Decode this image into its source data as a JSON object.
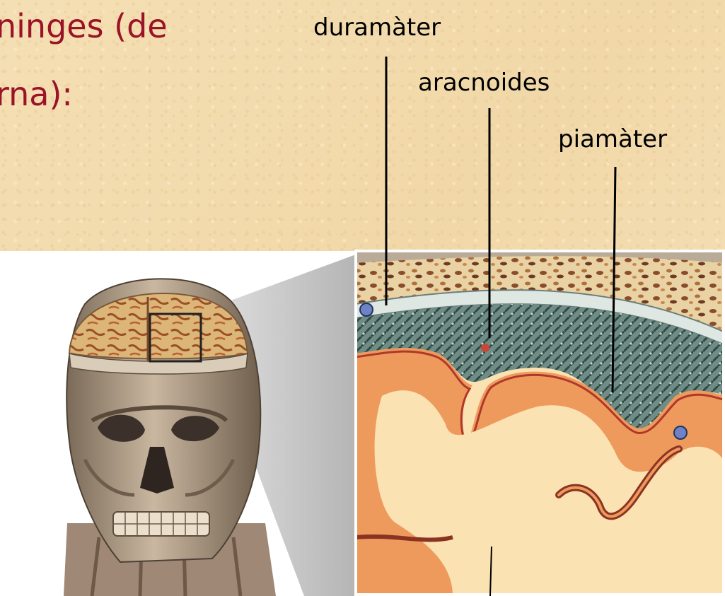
{
  "heading": {
    "line1": "ninges (de",
    "line2": "rna):"
  },
  "labels": {
    "duramater": "duramàter",
    "aracnoides": "aracnoides",
    "piamater": "piamàter"
  },
  "colors": {
    "background": "#f3ddb0",
    "heading_text": "#9a1326",
    "brain_cortex": "#ee9a5c",
    "white_matter": "#fbe2b2",
    "leader_line": "#000000"
  }
}
